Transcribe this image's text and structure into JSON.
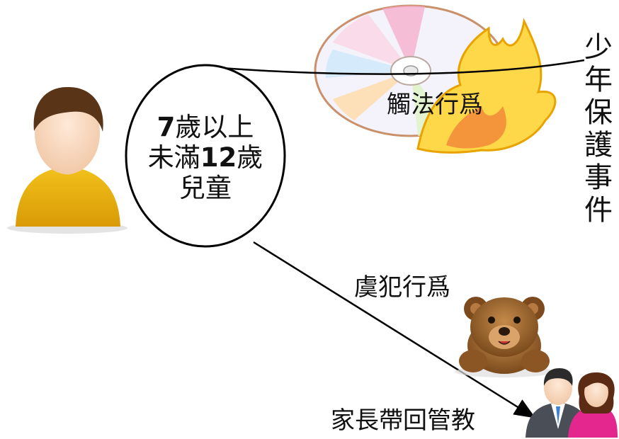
{
  "circle": {
    "line1_num": "7",
    "line1_text": "歲以上",
    "line2_pre": "未滿",
    "line2_num": "12",
    "line2_text": "歲",
    "line3": "兒童"
  },
  "labels": {
    "offense": "觸法行爲",
    "predelinquent": "虞犯行爲",
    "parental": "家長帶回管教"
  },
  "vertical_label": [
    "少",
    "年",
    "保",
    "護",
    "事",
    "件"
  ]
}
